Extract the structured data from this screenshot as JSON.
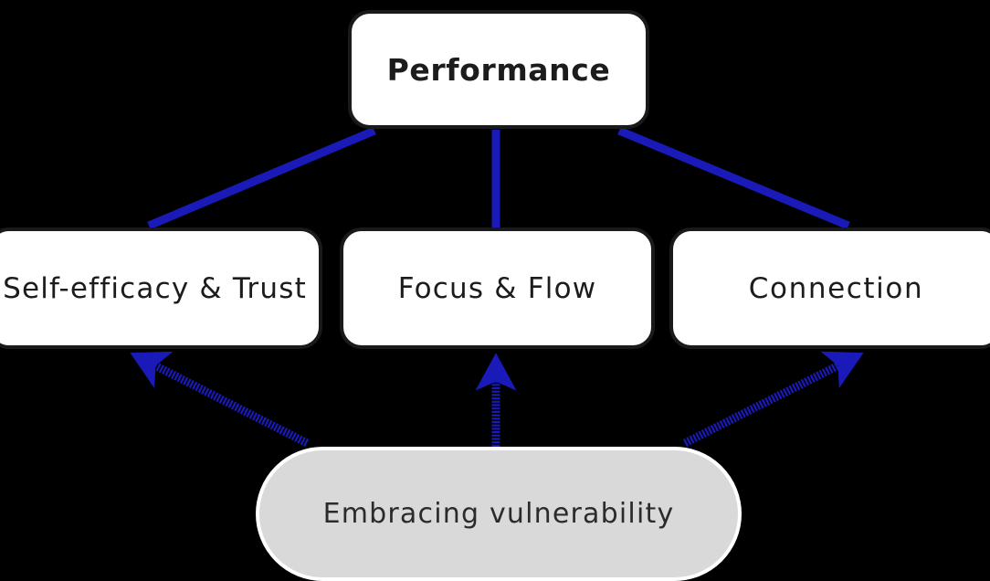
{
  "diagram": {
    "title_node": {
      "id": "performance",
      "label": "Performance"
    },
    "outcome_nodes": [
      {
        "id": "self-efficacy-trust",
        "label": "Self-efficacy & Trust"
      },
      {
        "id": "focus-flow",
        "label": "Focus & Flow"
      },
      {
        "id": "connection",
        "label": "Connection"
      }
    ],
    "driver_node": {
      "id": "embracing-vulnerability",
      "label": "Embracing vulnerability"
    },
    "colors": {
      "background": "#000000",
      "node_fill": "#ffffff",
      "node_border": "#1a1a1a",
      "driver_fill": "#d9d9d9",
      "driver_border": "#ffffff",
      "edge": "#1a1ab8",
      "text": "#1c1c1c"
    },
    "edges": [
      {
        "id": "performance-to-self-efficacy",
        "from": "performance",
        "to": "self-efficacy-trust",
        "style": "solid",
        "arrow": "none"
      },
      {
        "id": "performance-to-focus",
        "from": "performance",
        "to": "focus-flow",
        "style": "solid",
        "arrow": "none"
      },
      {
        "id": "performance-to-connection",
        "from": "performance",
        "to": "connection",
        "style": "solid",
        "arrow": "none"
      },
      {
        "id": "vulnerability-to-self-efficacy",
        "from": "embracing-vulnerability",
        "to": "self-efficacy-trust",
        "style": "dashed",
        "arrow": "end"
      },
      {
        "id": "vulnerability-to-focus",
        "from": "embracing-vulnerability",
        "to": "focus-flow",
        "style": "dashed",
        "arrow": "end"
      },
      {
        "id": "vulnerability-to-connection",
        "from": "embracing-vulnerability",
        "to": "connection",
        "style": "dashed",
        "arrow": "end"
      }
    ]
  }
}
